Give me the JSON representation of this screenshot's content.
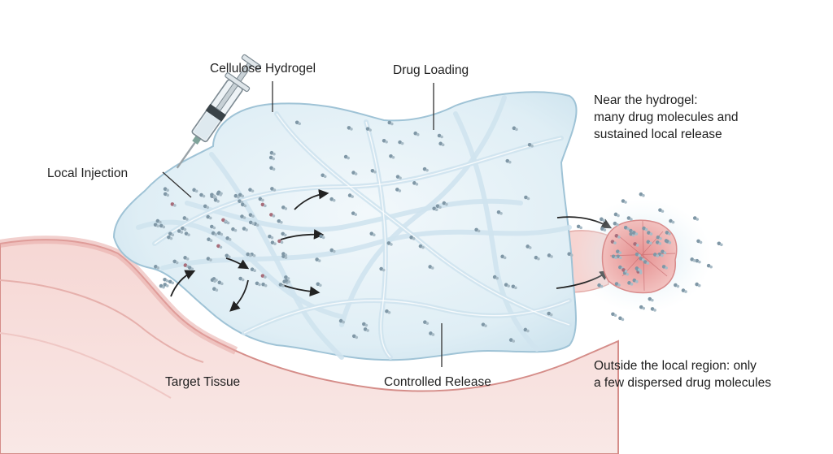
{
  "labels": {
    "cellulose_hydrogel": "Cellulose Hydrogel",
    "drug_loading": "Drug Loading",
    "local_injection": "Local Injection",
    "target_tissue": "Target Tissue",
    "controlled_release": "Controlled Release",
    "near_hydrogel": [
      "Near the hydrogel:",
      "many drug molecules and",
      "sustained local release"
    ],
    "outside_region": [
      "Outside the local region: only",
      "a few dispersed drug molecules"
    ]
  },
  "colors": {
    "hydrogel_fill": "#dfeef5",
    "hydrogel_edge": "#9fc3d6",
    "fiber": "#cfe3ee",
    "tissue": "#f3c9c6",
    "tissue_edge": "#d58d89",
    "drug_molecule": "#7f97a6",
    "drug_molecule_accent": "#a86d7a",
    "text": "#1f1f1f",
    "leader_line": "#333333"
  }
}
